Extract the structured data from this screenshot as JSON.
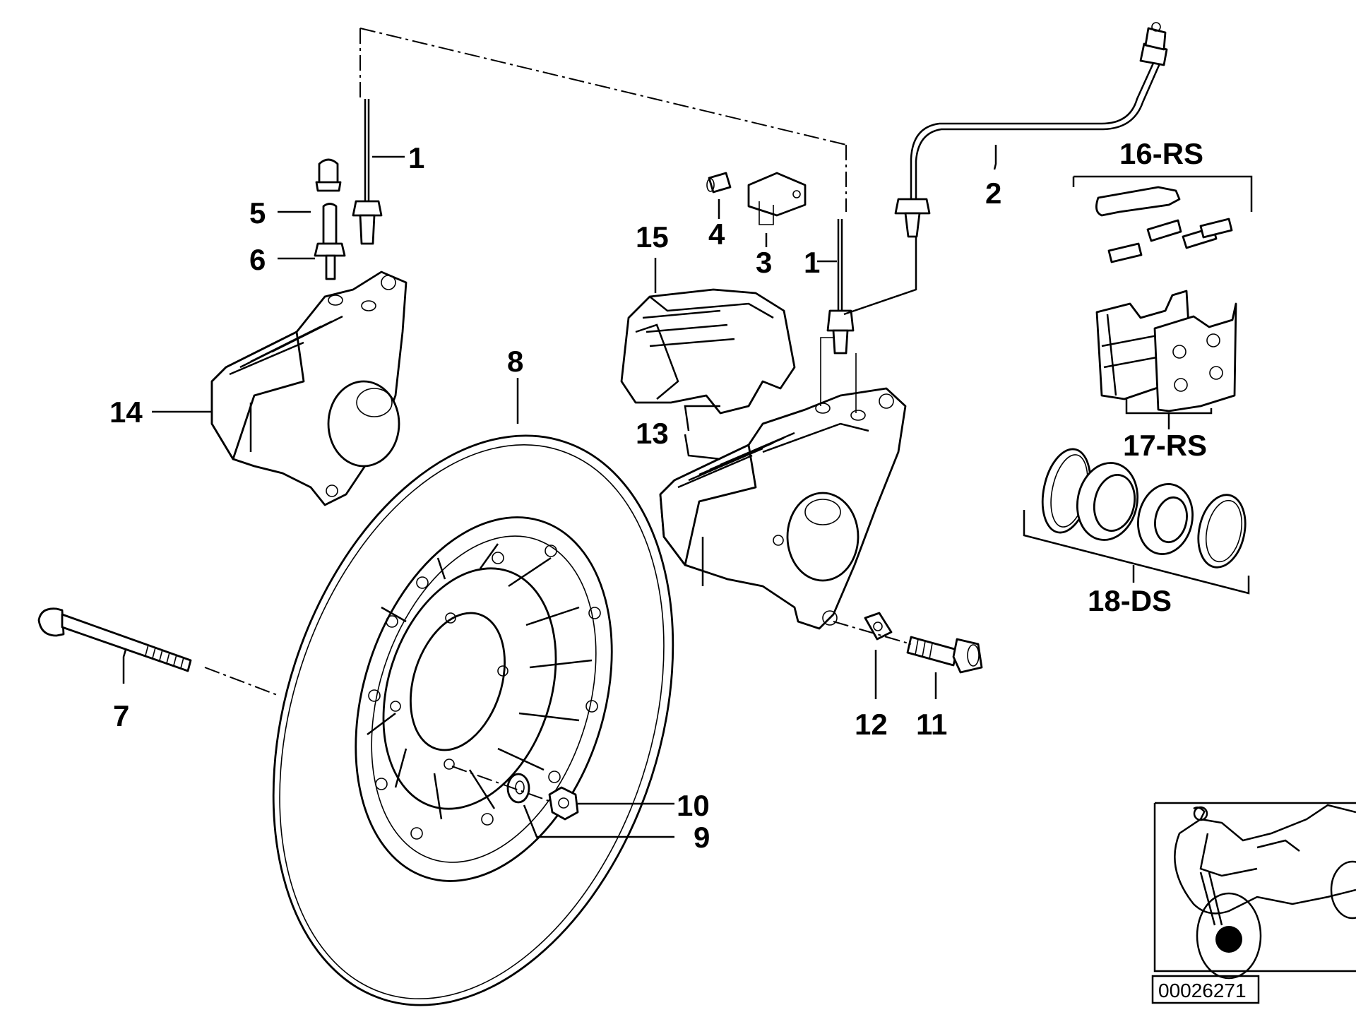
{
  "callouts": [
    {
      "id": "1a",
      "text": "1"
    },
    {
      "id": "1b",
      "text": "1"
    },
    {
      "id": "2",
      "text": "2"
    },
    {
      "id": "3",
      "text": "3"
    },
    {
      "id": "4",
      "text": "4"
    },
    {
      "id": "5",
      "text": "5"
    },
    {
      "id": "6",
      "text": "6"
    },
    {
      "id": "7",
      "text": "7"
    },
    {
      "id": "8",
      "text": "8"
    },
    {
      "id": "9",
      "text": "9"
    },
    {
      "id": "10",
      "text": "10"
    },
    {
      "id": "11",
      "text": "11"
    },
    {
      "id": "12",
      "text": "12"
    },
    {
      "id": "13",
      "text": "13"
    },
    {
      "id": "14",
      "text": "14"
    },
    {
      "id": "15",
      "text": "15"
    },
    {
      "id": "16",
      "text": "16-RS"
    },
    {
      "id": "17",
      "text": "17-RS"
    },
    {
      "id": "18",
      "text": "18-DS"
    }
  ],
  "reference_number": "00026271",
  "line_color": "#000000",
  "background_color": "#ffffff"
}
